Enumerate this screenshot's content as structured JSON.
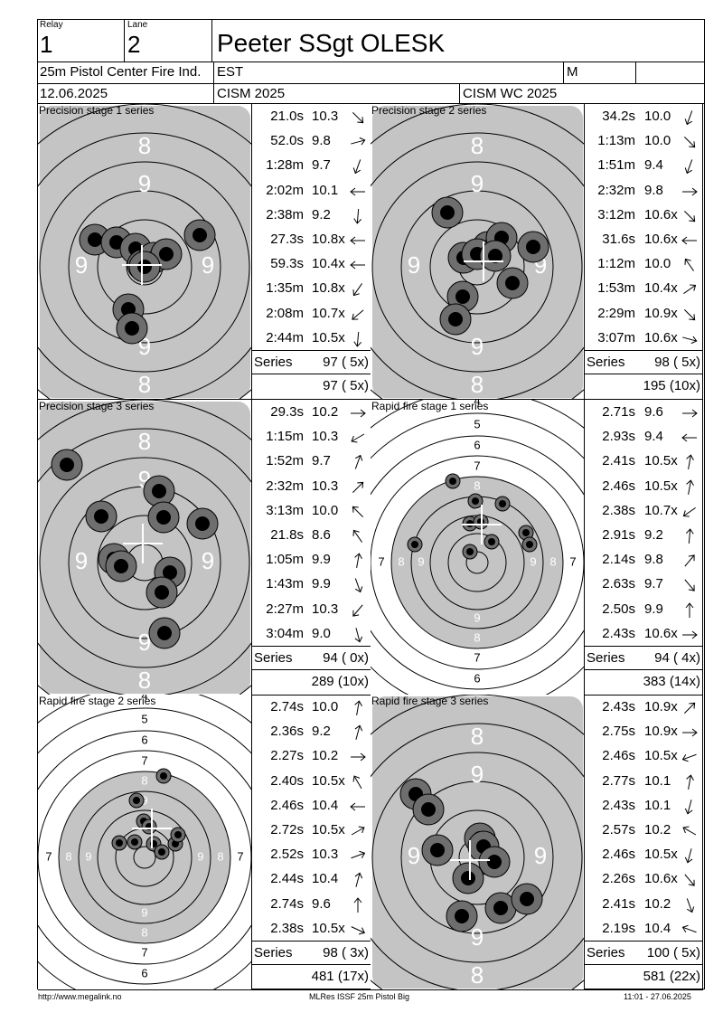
{
  "header": {
    "relay_label": "Relay",
    "relay_value": "1",
    "lane_label": "Lane",
    "lane_value": "2",
    "shooter": "Peeter SSgt OLESK",
    "event": "25m Pistol Center Fire Ind.",
    "nation": "EST",
    "gender": "M",
    "date": "12.06.2025",
    "competition": "CISM 2025",
    "championship": "CISM WC 2025"
  },
  "footer": {
    "left": "http://www.megalink.no",
    "center": "MLRes ISSF 25m Pistol Big",
    "right": "11:01 - 27.06.2025"
  },
  "colors": {
    "target_gray": "#c4c4c4",
    "hole_outer": "#6e6e6e",
    "hole_inner": "#000000",
    "border": "#000000"
  },
  "series_label": "Series",
  "panels": [
    {
      "title": "Precision stage 1 series",
      "target_type": "precision",
      "shots": [
        {
          "time": "21.0s",
          "score": "10.3",
          "arrow": 45
        },
        {
          "time": "52.0s",
          "score": "9.8",
          "arrow": -15
        },
        {
          "time": "1:28m",
          "score": "9.7",
          "arrow": 110
        },
        {
          "time": "2:02m",
          "score": "10.1",
          "arrow": 180
        },
        {
          "time": "2:38m",
          "score": "9.2",
          "arrow": 95
        },
        {
          "time": "27.3s",
          "score": "10.8x",
          "arrow": 180
        },
        {
          "time": "59.3s",
          "score": "10.4x",
          "arrow": 180
        },
        {
          "time": "1:35m",
          "score": "10.8x",
          "arrow": 125
        },
        {
          "time": "2:08m",
          "score": "10.7x",
          "arrow": 140
        },
        {
          "time": "2:44m",
          "score": "10.5x",
          "arrow": 95
        }
      ],
      "series_score": "97 ( 5x)",
      "total_score": "97 ( 5x)"
    },
    {
      "title": "Precision stage 2 series",
      "target_type": "precision",
      "shots": [
        {
          "time": "34.2s",
          "score": "10.0",
          "arrow": 110
        },
        {
          "time": "1:13m",
          "score": "10.0",
          "arrow": 45
        },
        {
          "time": "1:51m",
          "score": "9.4",
          "arrow": 110
        },
        {
          "time": "2:32m",
          "score": "9.8",
          "arrow": 0
        },
        {
          "time": "3:12m",
          "score": "10.6x",
          "arrow": 45
        },
        {
          "time": "31.6s",
          "score": "10.6x",
          "arrow": 180
        },
        {
          "time": "1:12m",
          "score": "10.0",
          "arrow": -125
        },
        {
          "time": "1:53m",
          "score": "10.4x",
          "arrow": -35
        },
        {
          "time": "2:29m",
          "score": "10.9x",
          "arrow": 45
        },
        {
          "time": "3:07m",
          "score": "10.6x",
          "arrow": 15
        }
      ],
      "series_score": "98 ( 5x)",
      "total_score": "195 (10x)"
    },
    {
      "title": "Precision stage 3 series",
      "target_type": "precision",
      "shots": [
        {
          "time": "29.3s",
          "score": "10.2",
          "arrow": 0
        },
        {
          "time": "1:15m",
          "score": "10.3",
          "arrow": 150
        },
        {
          "time": "1:52m",
          "score": "9.7",
          "arrow": -70
        },
        {
          "time": "2:32m",
          "score": "10.3",
          "arrow": -45
        },
        {
          "time": "3:13m",
          "score": "10.0",
          "arrow": -135
        },
        {
          "time": "21.8s",
          "score": "8.6",
          "arrow": -125
        },
        {
          "time": "1:05m",
          "score": "9.9",
          "arrow": -80
        },
        {
          "time": "1:43m",
          "score": "9.9",
          "arrow": 70
        },
        {
          "time": "2:27m",
          "score": "10.3",
          "arrow": 130
        },
        {
          "time": "3:04m",
          "score": "9.0",
          "arrow": 75
        }
      ],
      "series_score": "94 ( 0x)",
      "total_score": "289 (10x)"
    },
    {
      "title": "Rapid fire stage 1 series",
      "target_type": "rapid",
      "shots": [
        {
          "time": "2.71s",
          "score": "9.6",
          "arrow": 0
        },
        {
          "time": "2.93s",
          "score": "9.4",
          "arrow": 180
        },
        {
          "time": "2.41s",
          "score": "10.5x",
          "arrow": -80
        },
        {
          "time": "2.46s",
          "score": "10.5x",
          "arrow": -80
        },
        {
          "time": "2.38s",
          "score": "10.7x",
          "arrow": 145
        },
        {
          "time": "2.91s",
          "score": "9.2",
          "arrow": -85
        },
        {
          "time": "2.14s",
          "score": "9.8",
          "arrow": -50
        },
        {
          "time": "2.63s",
          "score": "9.7",
          "arrow": 50
        },
        {
          "time": "2.50s",
          "score": "9.9",
          "arrow": -90
        },
        {
          "time": "2.43s",
          "score": "10.6x",
          "arrow": 0
        }
      ],
      "series_score": "94 ( 4x)",
      "total_score": "383 (14x)"
    },
    {
      "title": "Rapid fire stage 2 series",
      "target_type": "rapid",
      "shots": [
        {
          "time": "2.74s",
          "score": "10.0",
          "arrow": -80
        },
        {
          "time": "2.36s",
          "score": "9.2",
          "arrow": -75
        },
        {
          "time": "2.27s",
          "score": "10.2",
          "arrow": 0
        },
        {
          "time": "2.40s",
          "score": "10.5x",
          "arrow": -120
        },
        {
          "time": "2.46s",
          "score": "10.4",
          "arrow": 180
        },
        {
          "time": "2.72s",
          "score": "10.5x",
          "arrow": -30
        },
        {
          "time": "2.52s",
          "score": "10.3",
          "arrow": -20
        },
        {
          "time": "2.44s",
          "score": "10.4",
          "arrow": -75
        },
        {
          "time": "2.74s",
          "score": "9.6",
          "arrow": -90
        },
        {
          "time": "2.38s",
          "score": "10.5x",
          "arrow": 25
        }
      ],
      "series_score": "98 ( 3x)",
      "total_score": "481 (17x)"
    },
    {
      "title": "Rapid fire stage 3 series",
      "target_type": "precision",
      "shots": [
        {
          "time": "2.43s",
          "score": "10.9x",
          "arrow": -45
        },
        {
          "time": "2.75s",
          "score": "10.9x",
          "arrow": 0
        },
        {
          "time": "2.46s",
          "score": "10.5x",
          "arrow": 160
        },
        {
          "time": "2.77s",
          "score": "10.1",
          "arrow": -80
        },
        {
          "time": "2.43s",
          "score": "10.1",
          "arrow": 105
        },
        {
          "time": "2.57s",
          "score": "10.2",
          "arrow": -150
        },
        {
          "time": "2.46s",
          "score": "10.5x",
          "arrow": 105
        },
        {
          "time": "2.26s",
          "score": "10.6x",
          "arrow": 50
        },
        {
          "time": "2.41s",
          "score": "10.2",
          "arrow": 70
        },
        {
          "time": "2.19s",
          "score": "10.4",
          "arrow": -160
        }
      ],
      "series_score": "100 ( 5x)",
      "total_score": "581 (22x)"
    }
  ]
}
